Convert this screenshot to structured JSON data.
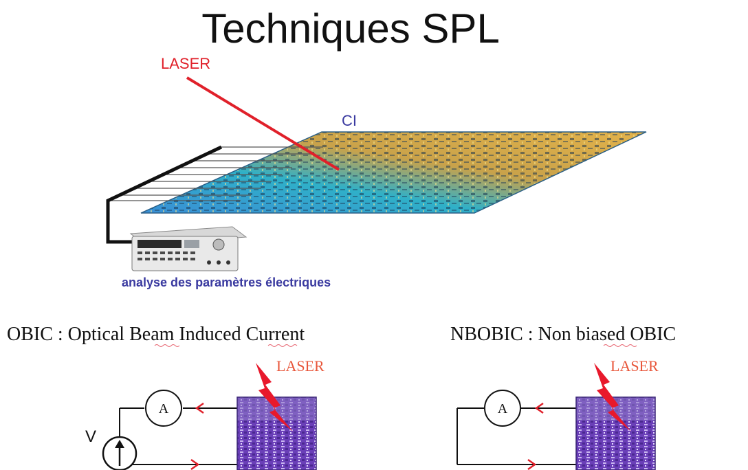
{
  "title": "Techniques SPL",
  "top_diagram": {
    "laser_label": "LASER",
    "chip_label": "CI",
    "instrument_caption": "analyse des paramètres électriques"
  },
  "obic": {
    "heading": "OBIC : Optical Beam Induced Current",
    "laser_label": "LASER",
    "ammeter_label": "A",
    "voltage_label": "V"
  },
  "nbobic": {
    "heading": "NBOBIC : Non biased OBIC",
    "laser_label": "LASER",
    "ammeter_label": "A"
  },
  "colors": {
    "laser_red": "#e0202a",
    "label_blue": "#3a3aa0",
    "laser_orange": "#e8563a",
    "chip_purple": "#6a3fb8",
    "bolt_red": "#e8192c"
  }
}
